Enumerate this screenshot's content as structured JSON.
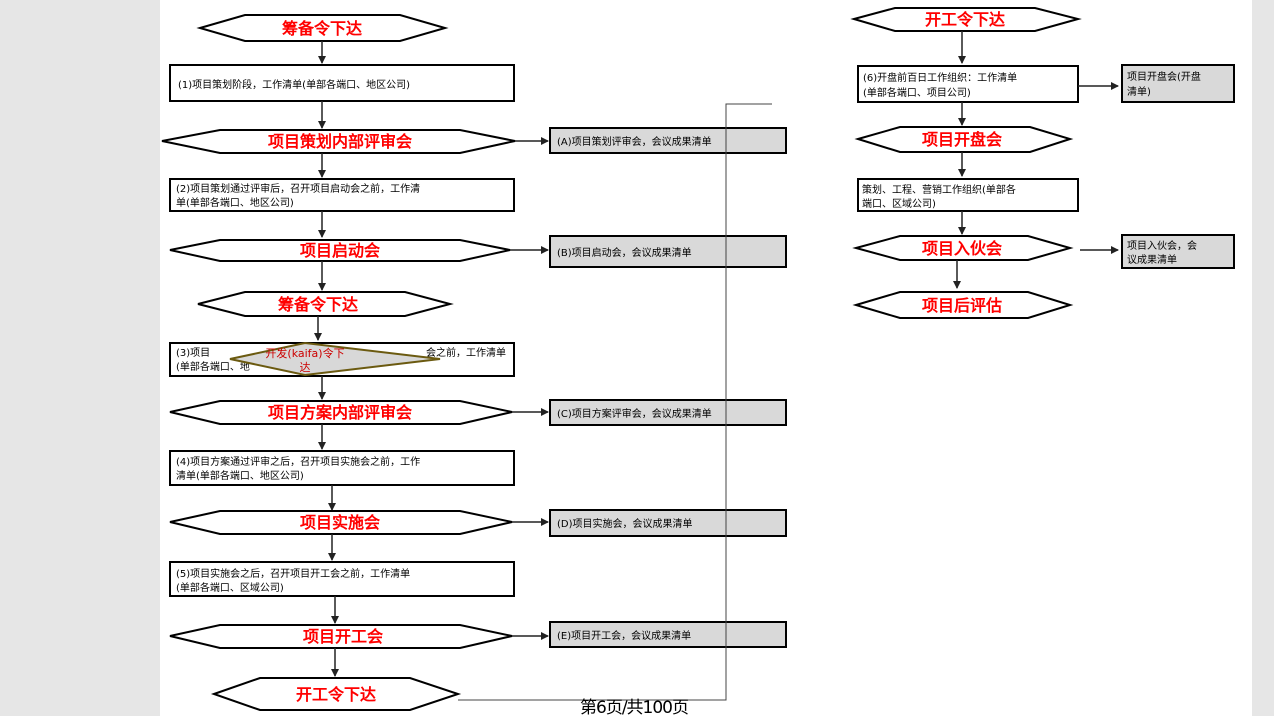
{
  "diagram": {
    "hex_nodes": [
      {
        "id": "h1",
        "text": "筹备令下达"
      },
      {
        "id": "h2",
        "text": "项目策划内部评审会"
      },
      {
        "id": "h3",
        "text": "项目启动会"
      },
      {
        "id": "h4",
        "text": "筹备令下达"
      },
      {
        "id": "h5",
        "text": "项目方案内部评审会"
      },
      {
        "id": "h6",
        "text": "项目实施会"
      },
      {
        "id": "h7",
        "text": "项目开工会"
      },
      {
        "id": "h8",
        "text": "开工令下达"
      },
      {
        "id": "h9",
        "text": "开工令下达"
      },
      {
        "id": "h10",
        "text": "项目开盘会"
      },
      {
        "id": "h11",
        "text": "项目入伙会"
      },
      {
        "id": "h12",
        "text": "项目后评估"
      }
    ],
    "task_boxes": [
      {
        "id": "b1",
        "lines": [
          "(1)项目策划阶段，工作清单(单部各端口、地区公司)"
        ]
      },
      {
        "id": "b2",
        "lines": [
          "(2)项目策划通过评审后，召开项目启动会之前，工作清",
          "单(单部各端口、地区公司)"
        ]
      },
      {
        "id": "b3",
        "lines": [
          "(3)项目",
          "(单部各端口、地",
          "会之前，工作清单"
        ]
      },
      {
        "id": "b4",
        "lines": [
          "(4)项目方案通过评审之后，召开项目实施会之前，工作",
          "清单(单部各端口、地区公司)"
        ]
      },
      {
        "id": "b5",
        "lines": [
          "(5)项目实施会之后，召开项目开工会之前，工作清单",
          "(单部各端口、区域公司)"
        ]
      },
      {
        "id": "b6",
        "lines": [
          "(6)开盘前百日工作组织：工作清单",
          "(单部各端口、项目公司)"
        ]
      },
      {
        "id": "b7",
        "lines": [
          "策划、工程、营销工作组织(单部各",
          "端口、区域公司)"
        ]
      }
    ],
    "result_boxes": [
      {
        "id": "r1",
        "lines": [
          "(A)项目策划评审会，会议成果清单"
        ]
      },
      {
        "id": "r2",
        "lines": [
          "(B)项目启动会，会议成果清单"
        ]
      },
      {
        "id": "r3",
        "lines": [
          "(C)项目方案评审会，会议成果清单"
        ]
      },
      {
        "id": "r4",
        "lines": [
          "(D)项目实施会，会议成果清单"
        ]
      },
      {
        "id": "r5",
        "lines": [
          "(E)项目开工会，会议成果清单"
        ]
      },
      {
        "id": "r6",
        "lines": [
          "项目开盘会(开盘",
          "清单)"
        ]
      },
      {
        "id": "r7",
        "lines": [
          "项目入伙会，会",
          "议成果清单"
        ]
      }
    ],
    "overlay_diamond": {
      "lines": [
        "开发(kaifa)令下",
        "达"
      ]
    }
  },
  "footer": {
    "page_label": "第6页/共100页"
  },
  "colors": {
    "node_text": "#ff0000",
    "overlay_text": "#cc0000",
    "overlay_fill": "#d8d8d8",
    "overlay_stroke": "#6b5a10",
    "result_fill": "#d9d9d9",
    "line": "#000000"
  }
}
